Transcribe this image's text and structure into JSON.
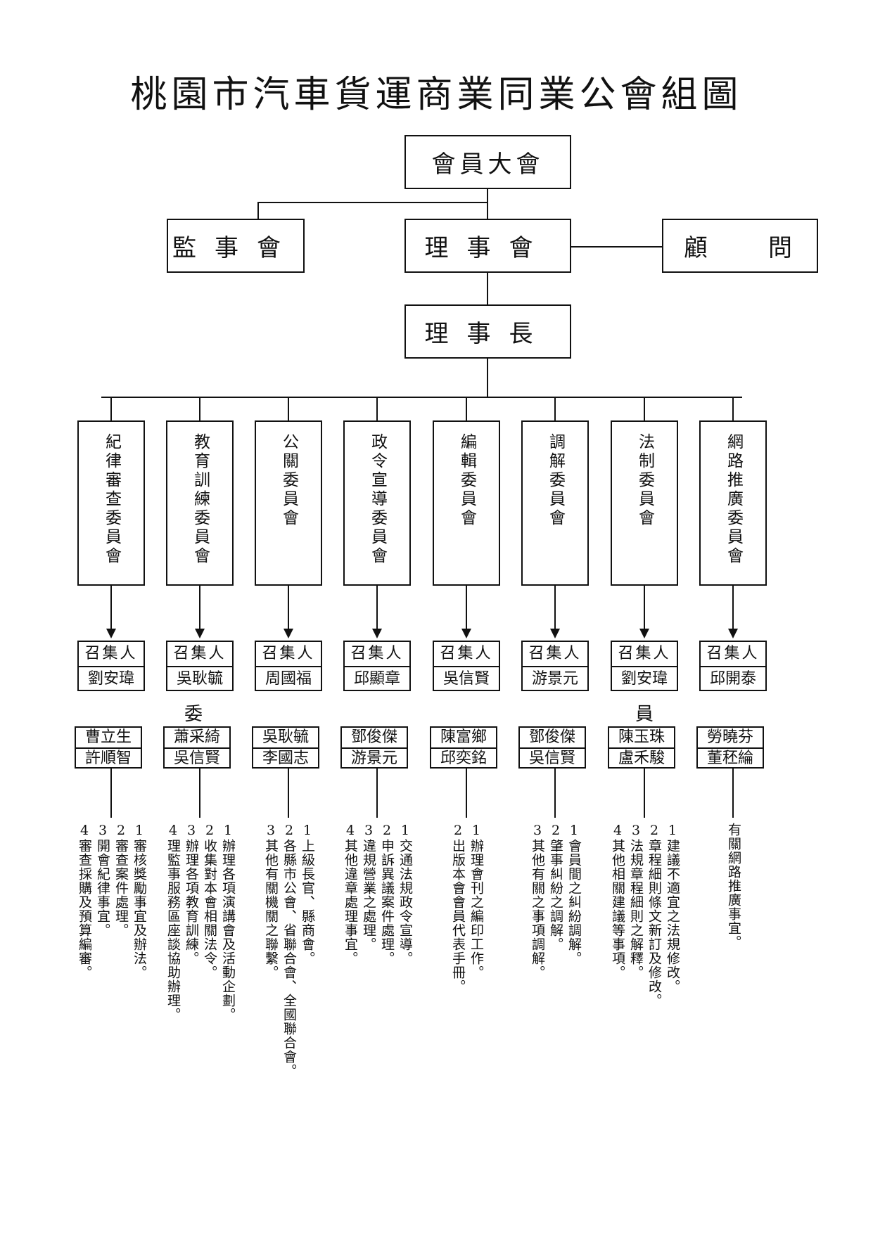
{
  "title": "桃園市汽車貨運商業同業公會組圖",
  "general_assembly": "會員大會",
  "supervisors": "監事會",
  "board": "理事會",
  "advisor": [
    "顧",
    "問"
  ],
  "chairman": "理事長",
  "convener_label": "召集人",
  "committee_member_char_1": "委",
  "committee_member_char_2": "員",
  "committees": [
    {
      "name": "紀律審查委員會",
      "convener": "劉安瑋",
      "members": [
        "曹立生",
        "許順智"
      ],
      "duties": [
        "1審核獎勵事宜及辦法。",
        "2審查案件處理。",
        "3開會紀律事宜。",
        "4審查採購及預算編審。"
      ]
    },
    {
      "name": "教育訓練委員會",
      "convener": "吳耿毓",
      "members": [
        "蕭采綺",
        "吳信賢"
      ],
      "duties": [
        "1辦理各項演講會及活動企劃。",
        "2收集對本會相關法令。",
        "3辦理各項教育訓練。",
        "4理監事服務區座談協助辦理。"
      ]
    },
    {
      "name": "公關委員會",
      "convener": "周國福",
      "members": [
        "吳耿毓",
        "李國志"
      ],
      "duties": [
        "1上級長官、縣商會。",
        "2各縣市公會、省聯合會、全國聯合會。",
        "3其他有關機關之聯繫。"
      ]
    },
    {
      "name": "政令宣導委員會",
      "convener": "邱顯章",
      "members": [
        "鄧俊傑",
        "游景元"
      ],
      "duties": [
        "1交通法規政令宣導。",
        "2申訴異議案件處理。",
        "3違規營業之處理。",
        "4其他違章處理事宜。"
      ]
    },
    {
      "name": "編輯委員會",
      "convener": "吳信賢",
      "members": [
        "陳富鄉",
        "邱奕銘"
      ],
      "duties": [
        "1辦理會刊之編印工作。",
        "2出版本會會員代表手冊。"
      ]
    },
    {
      "name": "調解委員會",
      "convener": "游景元",
      "members": [
        "鄧俊傑",
        "吳信賢"
      ],
      "duties": [
        "1會員間之糾紛調解。",
        "2肇事糾紛之調解。",
        "3其他有關之事項調解。"
      ]
    },
    {
      "name": "法制委員會",
      "convener": "劉安瑋",
      "members": [
        "陳玉珠",
        "盧禾駿"
      ],
      "duties": [
        "1建議不適宜之法規修改。",
        "2章程細則條文新訂及修改。",
        "3法規章程細則之解釋。",
        "4其他相關建議等事項。"
      ]
    },
    {
      "name": "網路推廣委員會",
      "convener": "邱開泰",
      "members": [
        "勞曉芬",
        "董秠綸"
      ],
      "duties": [
        "有關網路推廣事宜。"
      ]
    }
  ]
}
